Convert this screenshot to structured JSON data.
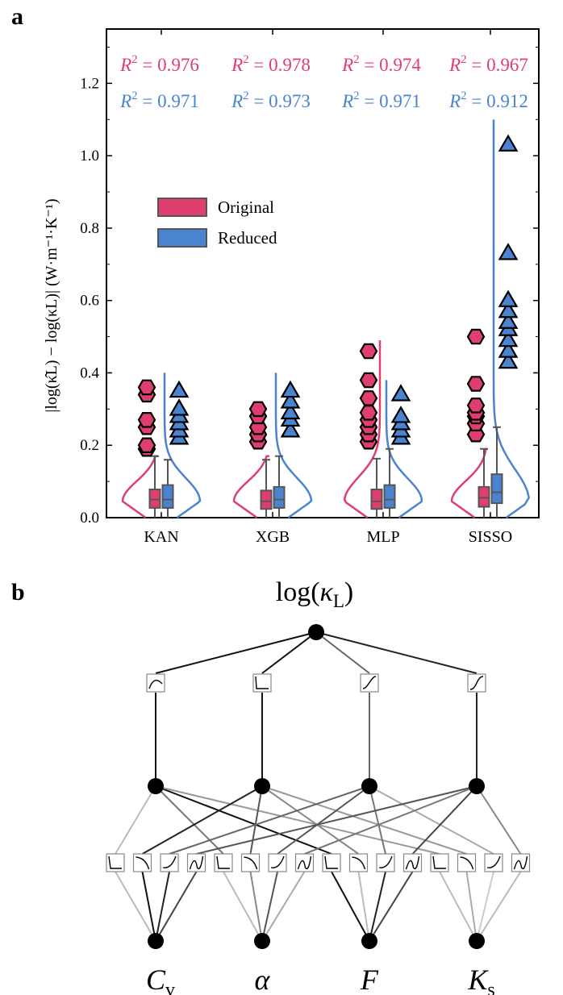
{
  "panel_a_label": "a",
  "panel_b_label": "b",
  "chart_data": {
    "type": "violin-box",
    "ylabel": "|log(κ̂L) − log(κL)| (W·m⁻¹·K⁻¹)",
    "ylim": [
      0,
      1.35
    ],
    "yticks": [
      "0.0",
      "0.2",
      "0.4",
      "0.6",
      "0.8",
      "1.0",
      "1.2"
    ],
    "categories": [
      "KAN",
      "XGB",
      "MLP",
      "SISSO"
    ],
    "legend_position": "upper-left",
    "series": [
      {
        "name": "Original",
        "color": "#df3f6f",
        "marker": "hexagon",
        "r2_text": [
          "R² = 0.976",
          "R² = 0.978",
          "R² = 0.974",
          "R² = 0.967"
        ],
        "box": [
          {
            "q1": 0.027,
            "median": 0.05,
            "q3": 0.078,
            "whisker_low": 0.0,
            "whisker_high": 0.17
          },
          {
            "q1": 0.024,
            "median": 0.045,
            "q3": 0.075,
            "whisker_low": 0.0,
            "whisker_high": 0.16
          },
          {
            "q1": 0.024,
            "median": 0.045,
            "q3": 0.078,
            "whisker_low": 0.0,
            "whisker_high": 0.163
          },
          {
            "q1": 0.03,
            "median": 0.055,
            "q3": 0.085,
            "whisker_low": 0.0,
            "whisker_high": 0.19
          }
        ],
        "violin_max": [
          0.17,
          0.17,
          0.49,
          0.19
        ],
        "outliers": [
          [
            0.19,
            0.2,
            0.25,
            0.27,
            0.34,
            0.36
          ],
          [
            0.21,
            0.23,
            0.25,
            0.28,
            0.3
          ],
          [
            0.21,
            0.23,
            0.25,
            0.27,
            0.29,
            0.33,
            0.38,
            0.46
          ],
          [
            0.23,
            0.26,
            0.28,
            0.29,
            0.31,
            0.37,
            0.5
          ]
        ]
      },
      {
        "name": "Reduced",
        "color": "#4a84d0",
        "marker": "triangle",
        "r2_text": [
          "R² = 0.971",
          "R² = 0.973",
          "R² = 0.971",
          "R² = 0.912"
        ],
        "box": [
          {
            "q1": 0.027,
            "median": 0.05,
            "q3": 0.09,
            "whisker_low": 0.0,
            "whisker_high": 0.16
          },
          {
            "q1": 0.027,
            "median": 0.05,
            "q3": 0.085,
            "whisker_low": 0.0,
            "whisker_high": 0.17
          },
          {
            "q1": 0.027,
            "median": 0.05,
            "q3": 0.09,
            "whisker_low": 0.0,
            "whisker_high": 0.19
          },
          {
            "q1": 0.04,
            "median": 0.07,
            "q3": 0.12,
            "whisker_low": 0.0,
            "whisker_high": 0.25
          }
        ],
        "violin_max": [
          0.4,
          0.4,
          0.38,
          1.1
        ],
        "outliers": [
          [
            0.22,
            0.24,
            0.26,
            0.28,
            0.3,
            0.35
          ],
          [
            0.24,
            0.27,
            0.29,
            0.32,
            0.35
          ],
          [
            0.22,
            0.24,
            0.26,
            0.28,
            0.34
          ],
          [
            0.43,
            0.46,
            0.49,
            0.52,
            0.54,
            0.57,
            0.6,
            0.73,
            1.03
          ]
        ]
      }
    ]
  },
  "network": {
    "title_main": "log(",
    "title_kappa": "κ",
    "title_sub": "L",
    "title_close": ")",
    "inputs": [
      {
        "symbol": "C",
        "sub": "v"
      },
      {
        "symbol": "α",
        "sub": ""
      },
      {
        "symbol": "F",
        "sub": ""
      },
      {
        "symbol": "K",
        "sub": "s"
      }
    ]
  }
}
